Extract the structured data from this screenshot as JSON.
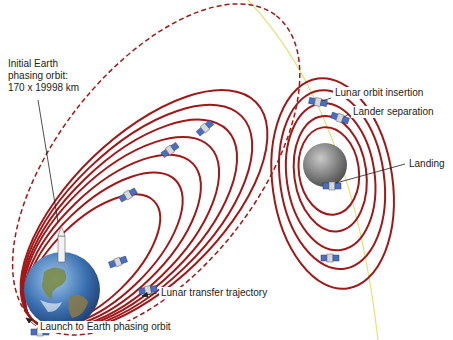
{
  "diagram": {
    "labels": [
      "Initial Earth phasing orbit: 170 x 19998 km",
      "Lunar orbit insertion",
      "Lander separation",
      "Landing",
      "Lunar transfer trajectory",
      "Launch to Earth phasing orbit"
    ]
  }
}
